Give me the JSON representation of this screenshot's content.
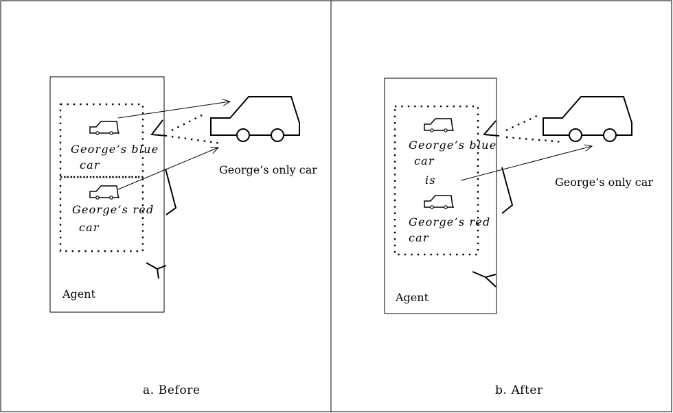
{
  "panels": [
    {
      "id": "before",
      "caption": "a. Before",
      "agent_label": "Agent",
      "mental_items": [
        {
          "label_line1": "George’s blue",
          "label_line2": "car"
        },
        {
          "label_line1": "George’s red",
          "label_line2": "car"
        }
      ],
      "world_object_label": "George’s only car"
    },
    {
      "id": "after",
      "caption": "b. After",
      "agent_label": "Agent",
      "mental_items": [
        {
          "label_line1": "George’s blue",
          "label_line2": "car"
        },
        {
          "label_line1": "George’s red",
          "label_line2": "car"
        }
      ],
      "relation_word": "is",
      "world_object_label": "George’s only car"
    }
  ],
  "icons": [
    "small-car-icon",
    "large-car-icon",
    "eye-icon",
    "arrow-icon"
  ]
}
